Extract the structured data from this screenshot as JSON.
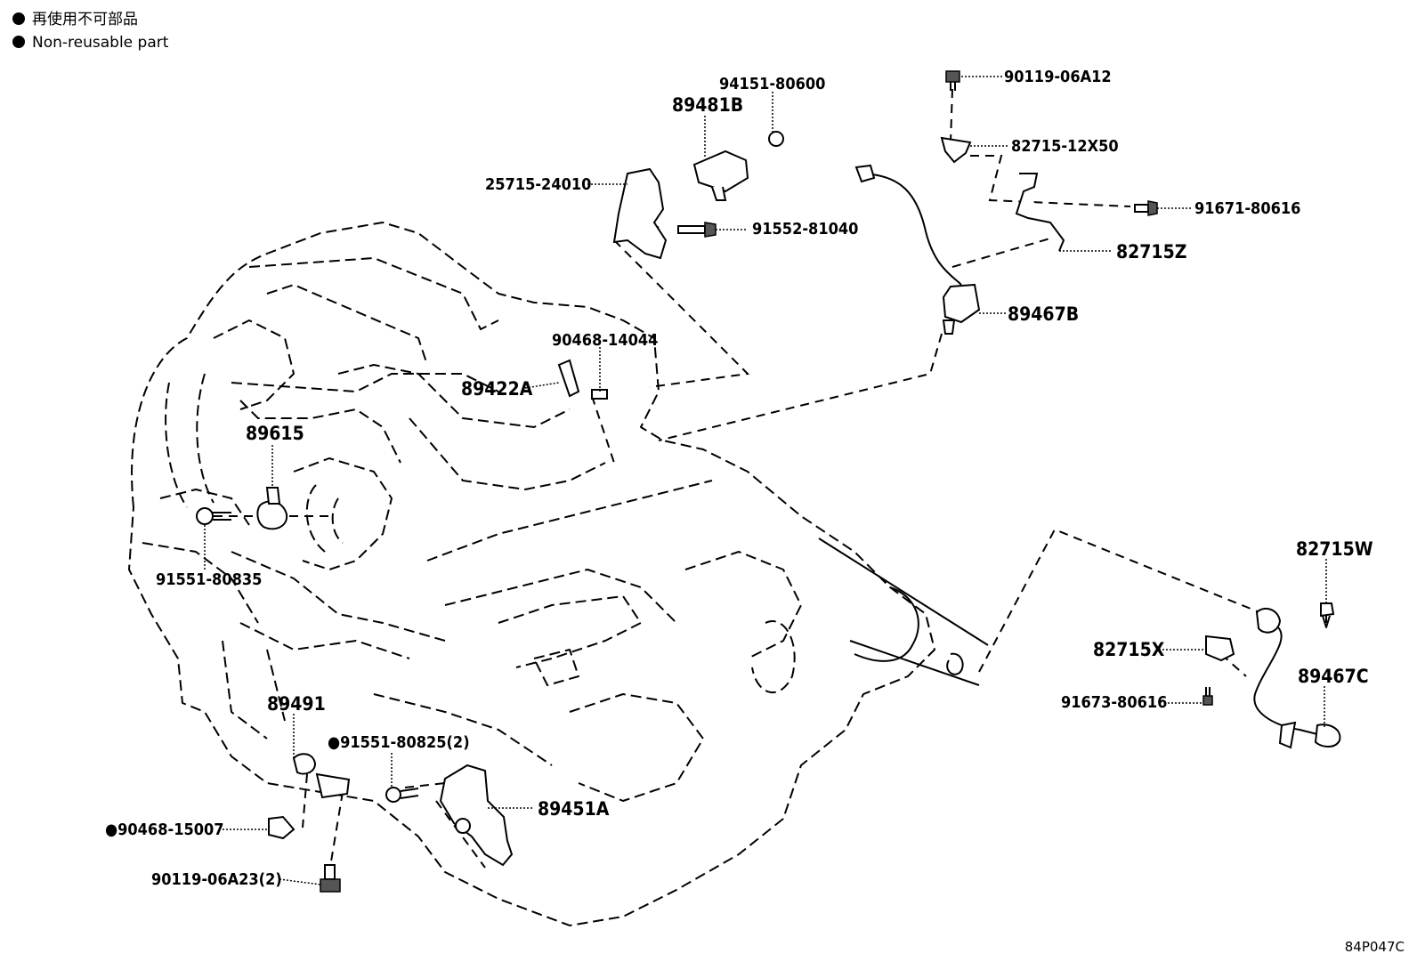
{
  "legend": {
    "line1": "再使用不可部品",
    "line2": "Non-reusable part"
  },
  "diagram_code": "84P047C",
  "labels": {
    "p94151_80600": "94151-80600",
    "p89481B": "89481B",
    "p25715_24010": "25715-24010",
    "p91552_81040": "91552-81040",
    "p90119_06A12": "90119-06A12",
    "p82715_12X50": "82715-12X50",
    "p91671_80616": "91671-80616",
    "p82715Z": "82715Z",
    "p89467B": "89467B",
    "p90468_14044": "90468-14044",
    "p89422A": "89422A",
    "p89615": "89615",
    "p91551_80835": "91551-80835",
    "p82715W": "82715W",
    "p82715X": "82715X",
    "p89467C": "89467C",
    "p91673_80616": "91673-80616",
    "p89491": "89491",
    "p91551_80825": "●91551-80825(2)",
    "p89451A": "89451A",
    "p90468_15007": "●90468-15007",
    "p90119_06A23": "90119-06A23(2)"
  }
}
